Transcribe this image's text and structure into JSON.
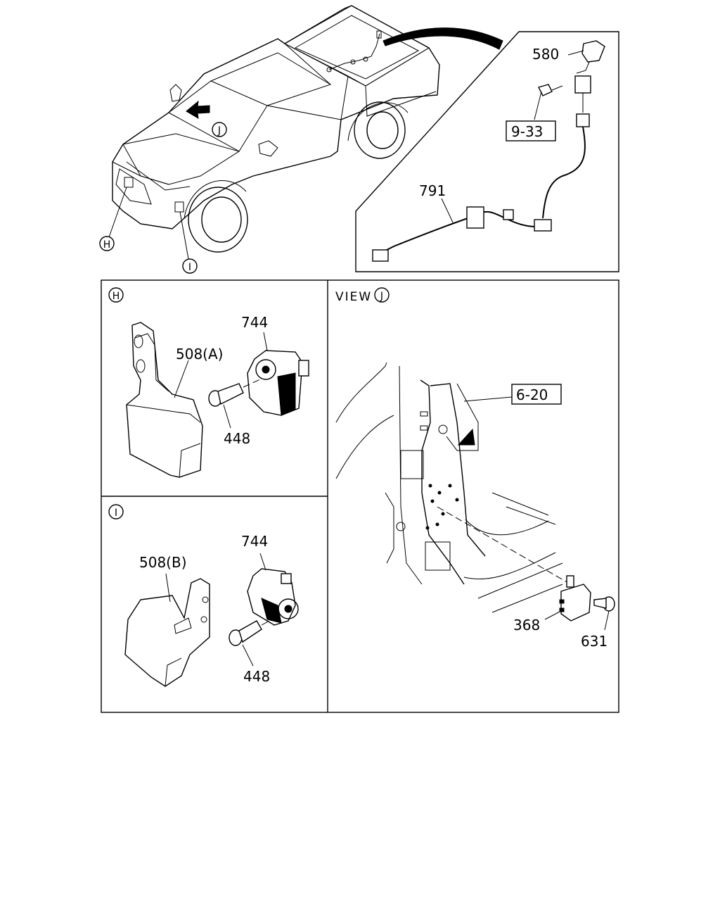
{
  "callouts": {
    "c580": "580",
    "c933": "9-33",
    "c791": "791",
    "c744a": "744",
    "c508a": "508(A)",
    "c448a": "448",
    "c744b": "744",
    "c508b": "508(B)",
    "c448b": "448",
    "c620": "6-20",
    "c368": "368",
    "c631": "631"
  },
  "markers": {
    "h": "H",
    "i": "I",
    "j": "J"
  },
  "panels": {
    "view_label": "VIEW"
  }
}
